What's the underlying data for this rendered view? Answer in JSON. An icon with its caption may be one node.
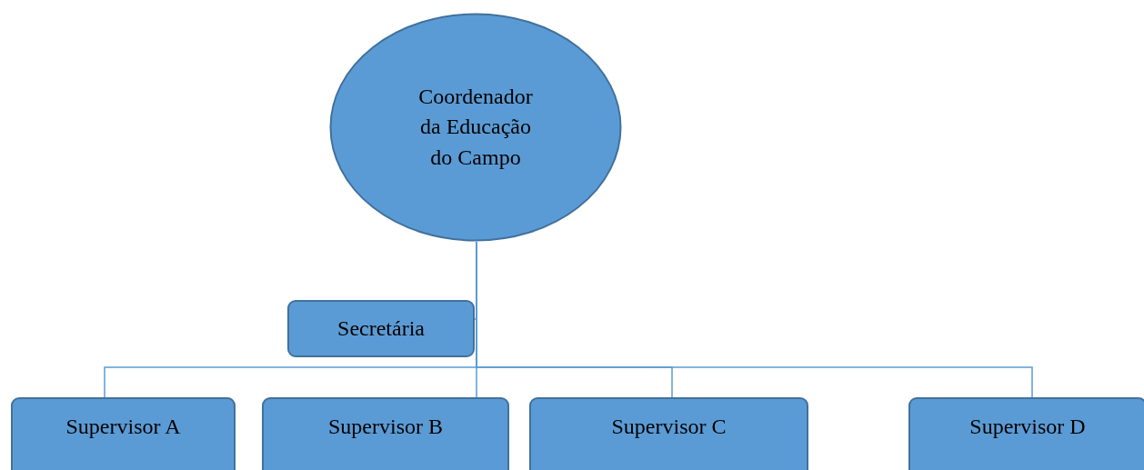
{
  "diagram": {
    "nodes": [
      {
        "text": [
          "Coordenador da Educação do Campo"
        ]
      },
      {
        "text": [
          "Secretária"
        ]
      },
      {
        "text": [
          "Supervisor A"
        ]
      },
      {
        "text": [
          "Supervisor B"
        ]
      },
      {
        "text": [
          "Supervisor C"
        ]
      },
      {
        "text": [
          "Supervisor D"
        ]
      }
    ],
    "edges": [
      {
        "from": 0,
        "to": 1,
        "arrow": "none"
      },
      {
        "from": 0,
        "to": 2,
        "arrow": "none"
      },
      {
        "from": 0,
        "to": 3,
        "arrow": "none"
      },
      {
        "from": 0,
        "to": 4,
        "arrow": "none"
      },
      {
        "from": 0,
        "to": 5,
        "arrow": "none"
      }
    ]
  }
}
